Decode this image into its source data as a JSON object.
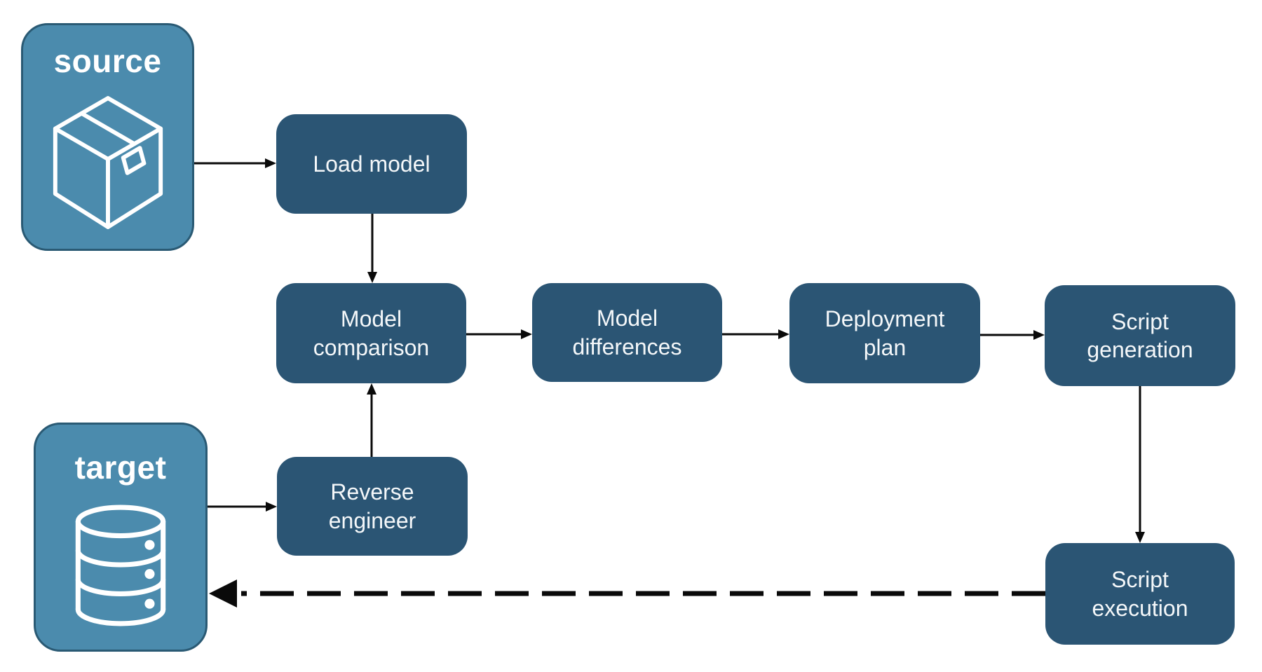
{
  "diagram": {
    "endpoints": {
      "source": {
        "label": "source",
        "icon": "package-icon"
      },
      "target": {
        "label": "target",
        "icon": "database-icon"
      }
    },
    "nodes": {
      "load_model": {
        "label": "Load model"
      },
      "model_comparison": {
        "label": "Model comparison"
      },
      "model_differences": {
        "label": "Model differences"
      },
      "deployment_plan": {
        "label": "Deployment plan"
      },
      "script_generation": {
        "label": "Script generation"
      },
      "reverse_engineer": {
        "label": "Reverse engineer"
      },
      "script_execution": {
        "label": "Script execution"
      }
    },
    "edges": [
      {
        "from": "source",
        "to": "load_model",
        "style": "solid"
      },
      {
        "from": "load_model",
        "to": "model_comparison",
        "style": "solid"
      },
      {
        "from": "model_comparison",
        "to": "model_differences",
        "style": "solid"
      },
      {
        "from": "model_differences",
        "to": "deployment_plan",
        "style": "solid"
      },
      {
        "from": "deployment_plan",
        "to": "script_generation",
        "style": "solid"
      },
      {
        "from": "script_generation",
        "to": "script_execution",
        "style": "solid"
      },
      {
        "from": "script_execution",
        "to": "target",
        "style": "dashed"
      },
      {
        "from": "target",
        "to": "reverse_engineer",
        "style": "solid"
      },
      {
        "from": "reverse_engineer",
        "to": "model_comparison",
        "style": "solid"
      }
    ],
    "colors": {
      "endpoint_fill": "#4B8BAD",
      "endpoint_border": "#2A5A74",
      "node_fill": "#2B5574",
      "label_text": "#FFFFFF",
      "arrow": "#0A0A0A",
      "background": "#FFFFFF"
    }
  }
}
